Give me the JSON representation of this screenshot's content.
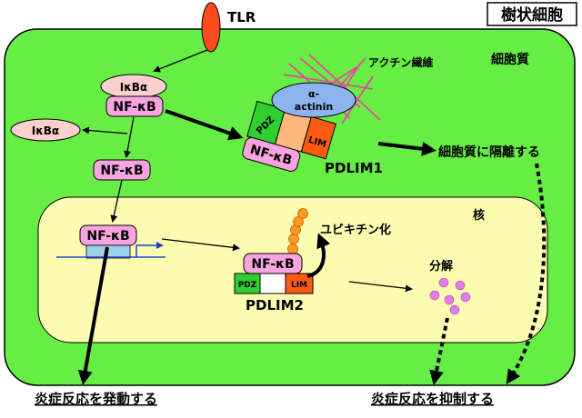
{
  "labels": {
    "tlr": "TLR",
    "dendritic_cell": "樹状細胞",
    "cytoplasm": "細胞質",
    "actin_fiber": "アクチン繊維",
    "ikba_top": "IκBα",
    "ikba_released": "IκBα",
    "nfkb_top": "NF-κB",
    "nfkb_mid": "NF-κB",
    "nfkb_nucleus": "NF-κB",
    "nfkb_pdlim1": "NF-κB",
    "nfkb_pdlim2": "NF-κB",
    "alpha": "α-",
    "actinin": "actinin",
    "pdz": "PDZ",
    "lim": "LIM",
    "pdlim1": "PDLIM1",
    "pdlim2": "PDLIM2",
    "pdz2": "PDZ",
    "lim2": "LIM",
    "sequester": "細胞質に隔離する",
    "nucleus": "核",
    "ubiquitination": "ユビキチン化",
    "degradation": "分解",
    "activate": "炎症反応を発動する",
    "suppress": "炎症反応を抑制する"
  },
  "colors": {
    "cell_fill": "#66ee44",
    "nucleus_fill": "#fdfcb0",
    "receptor": "#ff4b1f",
    "nfkb_fill": "#f9a3e0",
    "ikba_fill": "#fbd0cf",
    "pdz_fill": "#2fcf2f",
    "lim_fill": "#ff5a11",
    "pdlim_mid": "#ffb97a",
    "actinin_fill": "#8bb4ee",
    "actin": "#ee3ea0",
    "ubiquitin": "#ff9922",
    "fragments": "#e27ce9",
    "dna": "#9fd0ee",
    "promoter": "#1a44c4"
  }
}
